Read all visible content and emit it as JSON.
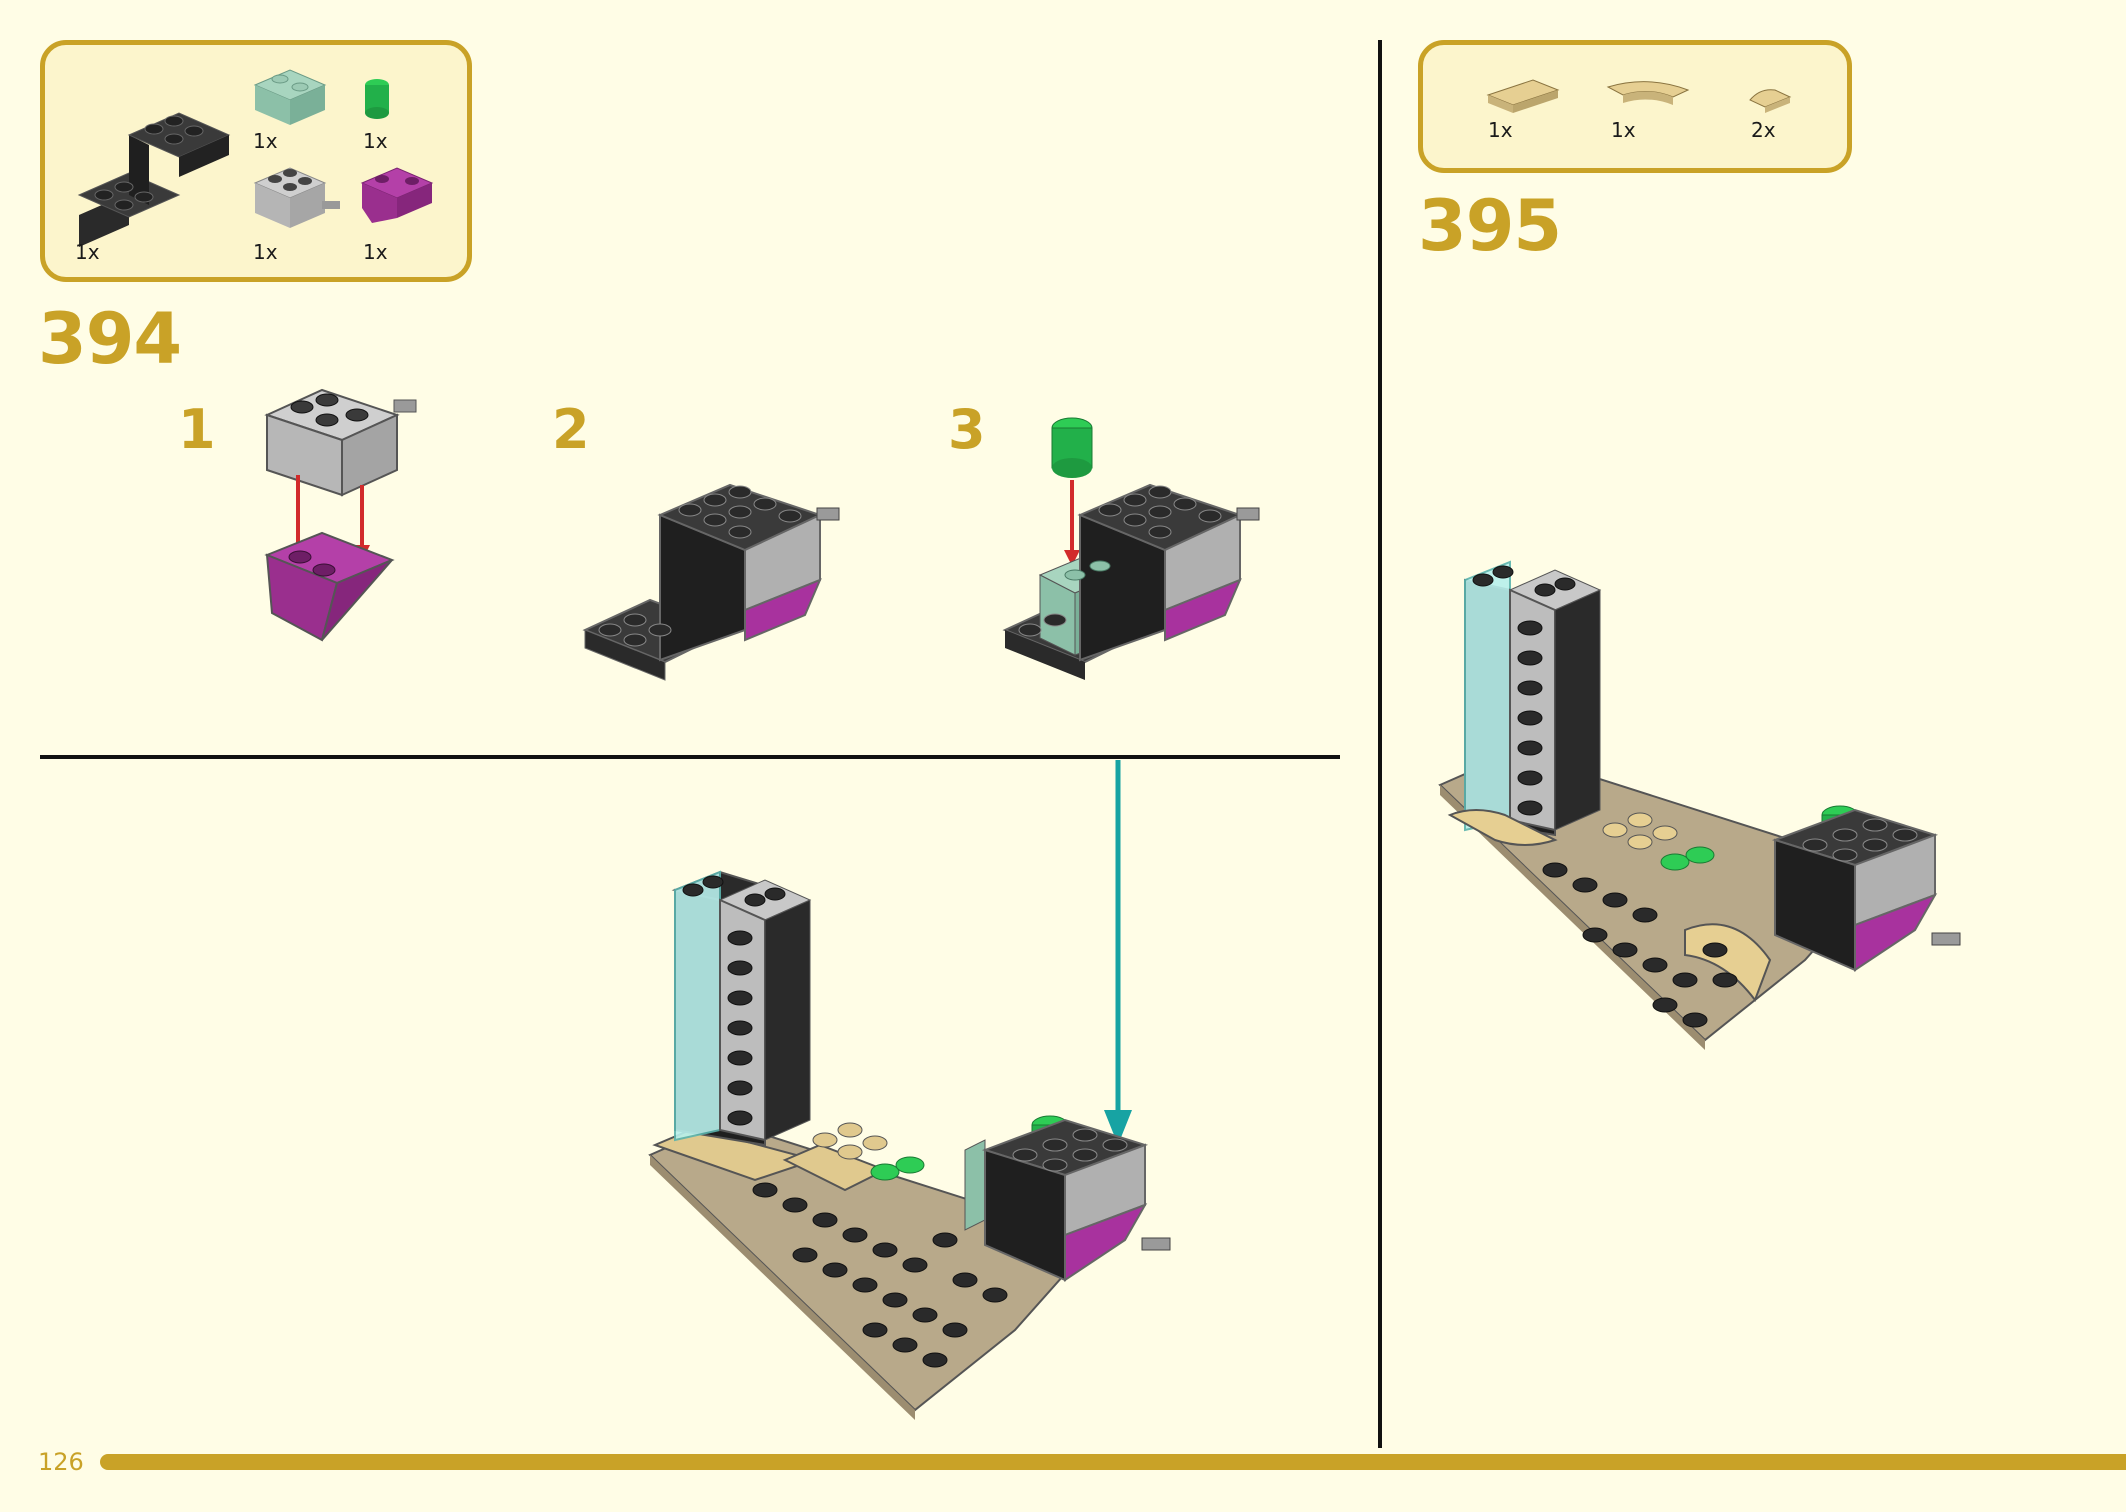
{
  "page": {
    "number": "126"
  },
  "colors": {
    "accent": "#c9a227",
    "background": "#fffde6",
    "parts_box_fill": "#fcf5cc",
    "arrow_red": "#d22b2b",
    "arrow_teal": "#17a3a3"
  },
  "step394": {
    "number": "394",
    "parts": [
      {
        "name": "black-bracket",
        "qty": "1x"
      },
      {
        "name": "sand-green-brick-1x2",
        "qty": "1x"
      },
      {
        "name": "green-round-plate",
        "qty": "1x"
      },
      {
        "name": "gray-brick-with-pin",
        "qty": "1x"
      },
      {
        "name": "magenta-inverted-slope",
        "qty": "1x"
      }
    ],
    "substeps": [
      "1",
      "2",
      "3"
    ]
  },
  "step395": {
    "number": "395",
    "parts": [
      {
        "name": "tan-tile-1x2",
        "qty": "1x"
      },
      {
        "name": "tan-curved-tile",
        "qty": "1x"
      },
      {
        "name": "tan-quarter-tile",
        "qty": "2x"
      }
    ]
  }
}
